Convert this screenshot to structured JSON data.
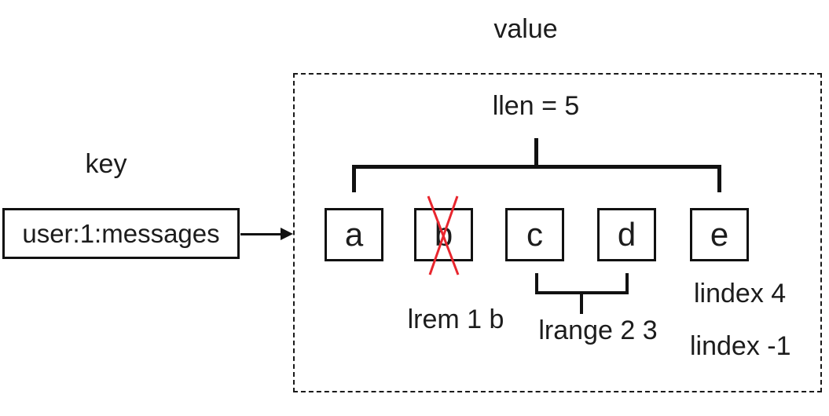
{
  "diagram": {
    "key_label": "key",
    "value_label": "value",
    "key_name": "user:1:messages",
    "llen_label": "llen = 5",
    "lrem_label": "lrem 1 b",
    "lrange_label": "lrange 2 3",
    "lindex_4_label": "lindex 4",
    "lindex_neg1_label": "lindex -1",
    "list_items": [
      "a",
      "b",
      "c",
      "d",
      "e"
    ],
    "removed_item": "b",
    "colors": {
      "line": "#111111",
      "text": "#1c1c1c",
      "cross": "#e8262e",
      "background": "#ffffff"
    }
  }
}
